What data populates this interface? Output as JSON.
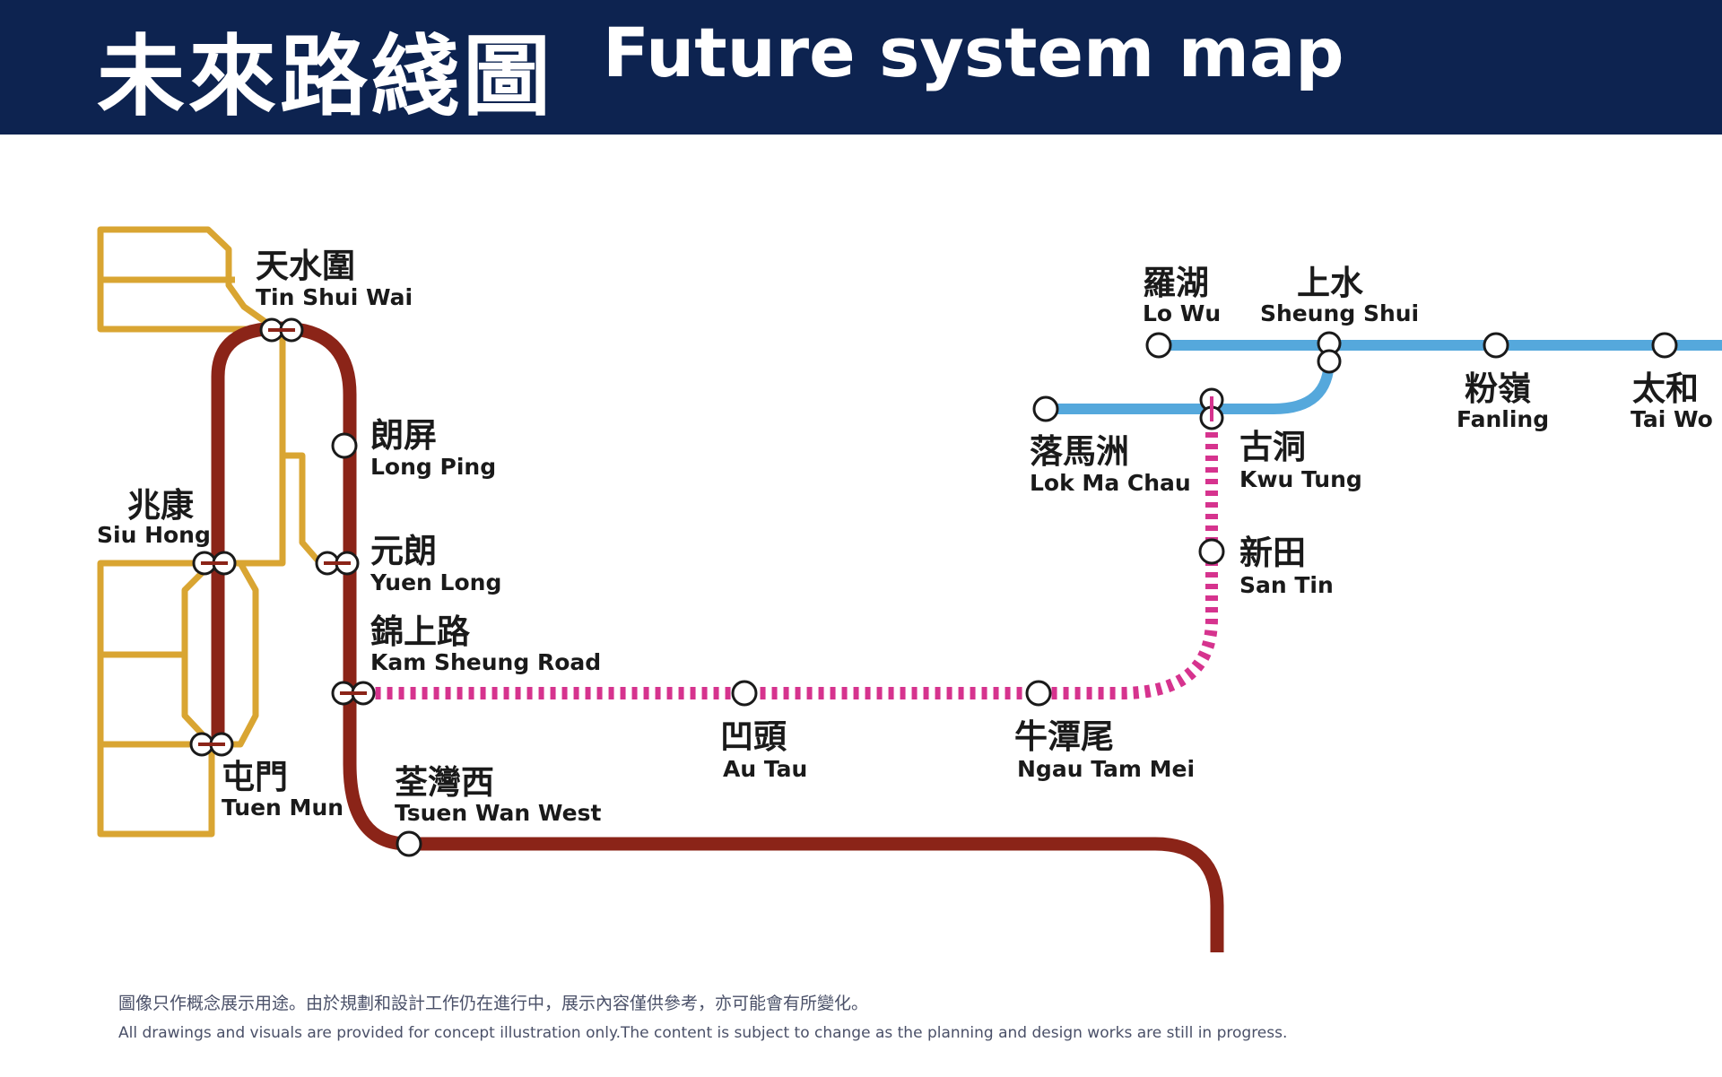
{
  "header": {
    "title_zh": "未來路綫圖",
    "title_en": "Future system map"
  },
  "colors": {
    "header_bg": "#0d2350",
    "tuen_ma_line": "#8b2418",
    "light_rail": "#d9a532",
    "east_rail_line": "#55a8dc",
    "northern_link": "#d6338e"
  },
  "stations": {
    "tin_shui_wai": {
      "zh": "天水圍",
      "en": "Tin Shui Wai"
    },
    "long_ping": {
      "zh": "朗屏",
      "en": "Long Ping"
    },
    "siu_hong": {
      "zh": "兆康",
      "en": "Siu Hong"
    },
    "yuen_long": {
      "zh": "元朗",
      "en": "Yuen Long"
    },
    "kam_sheung_road": {
      "zh": "錦上路",
      "en": "Kam Sheung Road"
    },
    "tuen_mun": {
      "zh": "屯門",
      "en": "Tuen Mun"
    },
    "tsuen_wan_west": {
      "zh": "荃灣西",
      "en": "Tsuen Wan West"
    },
    "au_tau": {
      "zh": "凹頭",
      "en": "Au Tau"
    },
    "ngau_tam_mei": {
      "zh": "牛潭尾",
      "en": "Ngau Tam Mei"
    },
    "san_tin": {
      "zh": "新田",
      "en": "San Tin"
    },
    "kwu_tung": {
      "zh": "古洞",
      "en": "Kwu Tung"
    },
    "lok_ma_chau": {
      "zh": "落馬洲",
      "en": "Lok Ma Chau"
    },
    "lo_wu": {
      "zh": "羅湖",
      "en": "Lo Wu"
    },
    "sheung_shui": {
      "zh": "上水",
      "en": "Sheung Shui"
    },
    "fanling": {
      "zh": "粉嶺",
      "en": "Fanling"
    },
    "tai_wo": {
      "zh": "太和",
      "en": "Tai Wo"
    }
  },
  "footer": {
    "disclaimer_zh": "圖像只作概念展示用途。由於規劃和設計工作仍在進行中，展示內容僅供參考，亦可能會有所變化。",
    "disclaimer_en": "All drawings and visuals are provided for concept illustration only.The content is subject to change as the planning and design works are still in progress."
  }
}
